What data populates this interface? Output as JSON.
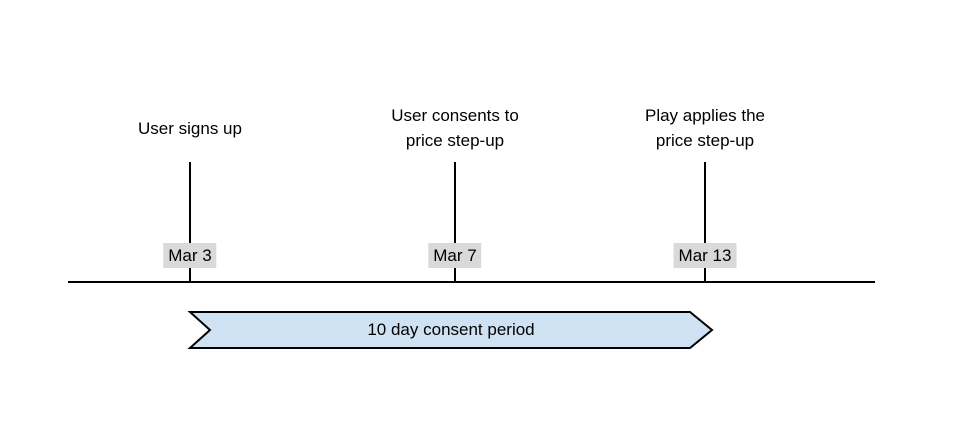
{
  "colors": {
    "background": "#ffffff",
    "line": "#000000",
    "text": "#000000",
    "date_badge_bg": "#d9d9d9",
    "banner_fill": "#cfe2f3",
    "banner_border": "#000000"
  },
  "events": [
    {
      "label": "User signs up",
      "date": "Mar 3"
    },
    {
      "label": "User consents to\nprice step-up",
      "date": "Mar 7"
    },
    {
      "label": "Play applies the\nprice step-up",
      "date": "Mar 13"
    }
  ],
  "banner": {
    "label": "10 day consent period"
  }
}
